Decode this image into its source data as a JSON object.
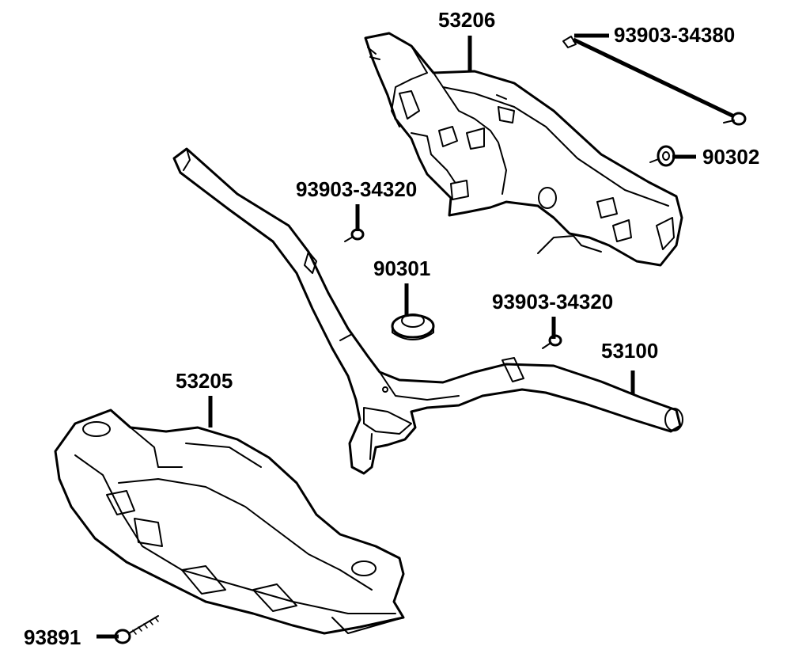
{
  "callouts": {
    "rear_cover": "53206",
    "screw_long": "93903-34380",
    "nut_grommet": "90302",
    "screw_left": "93903-34320",
    "nut_center": "90301",
    "screw_right": "93903-34320",
    "handlebar": "53100",
    "front_cover": "53205",
    "bolt": "93891"
  }
}
